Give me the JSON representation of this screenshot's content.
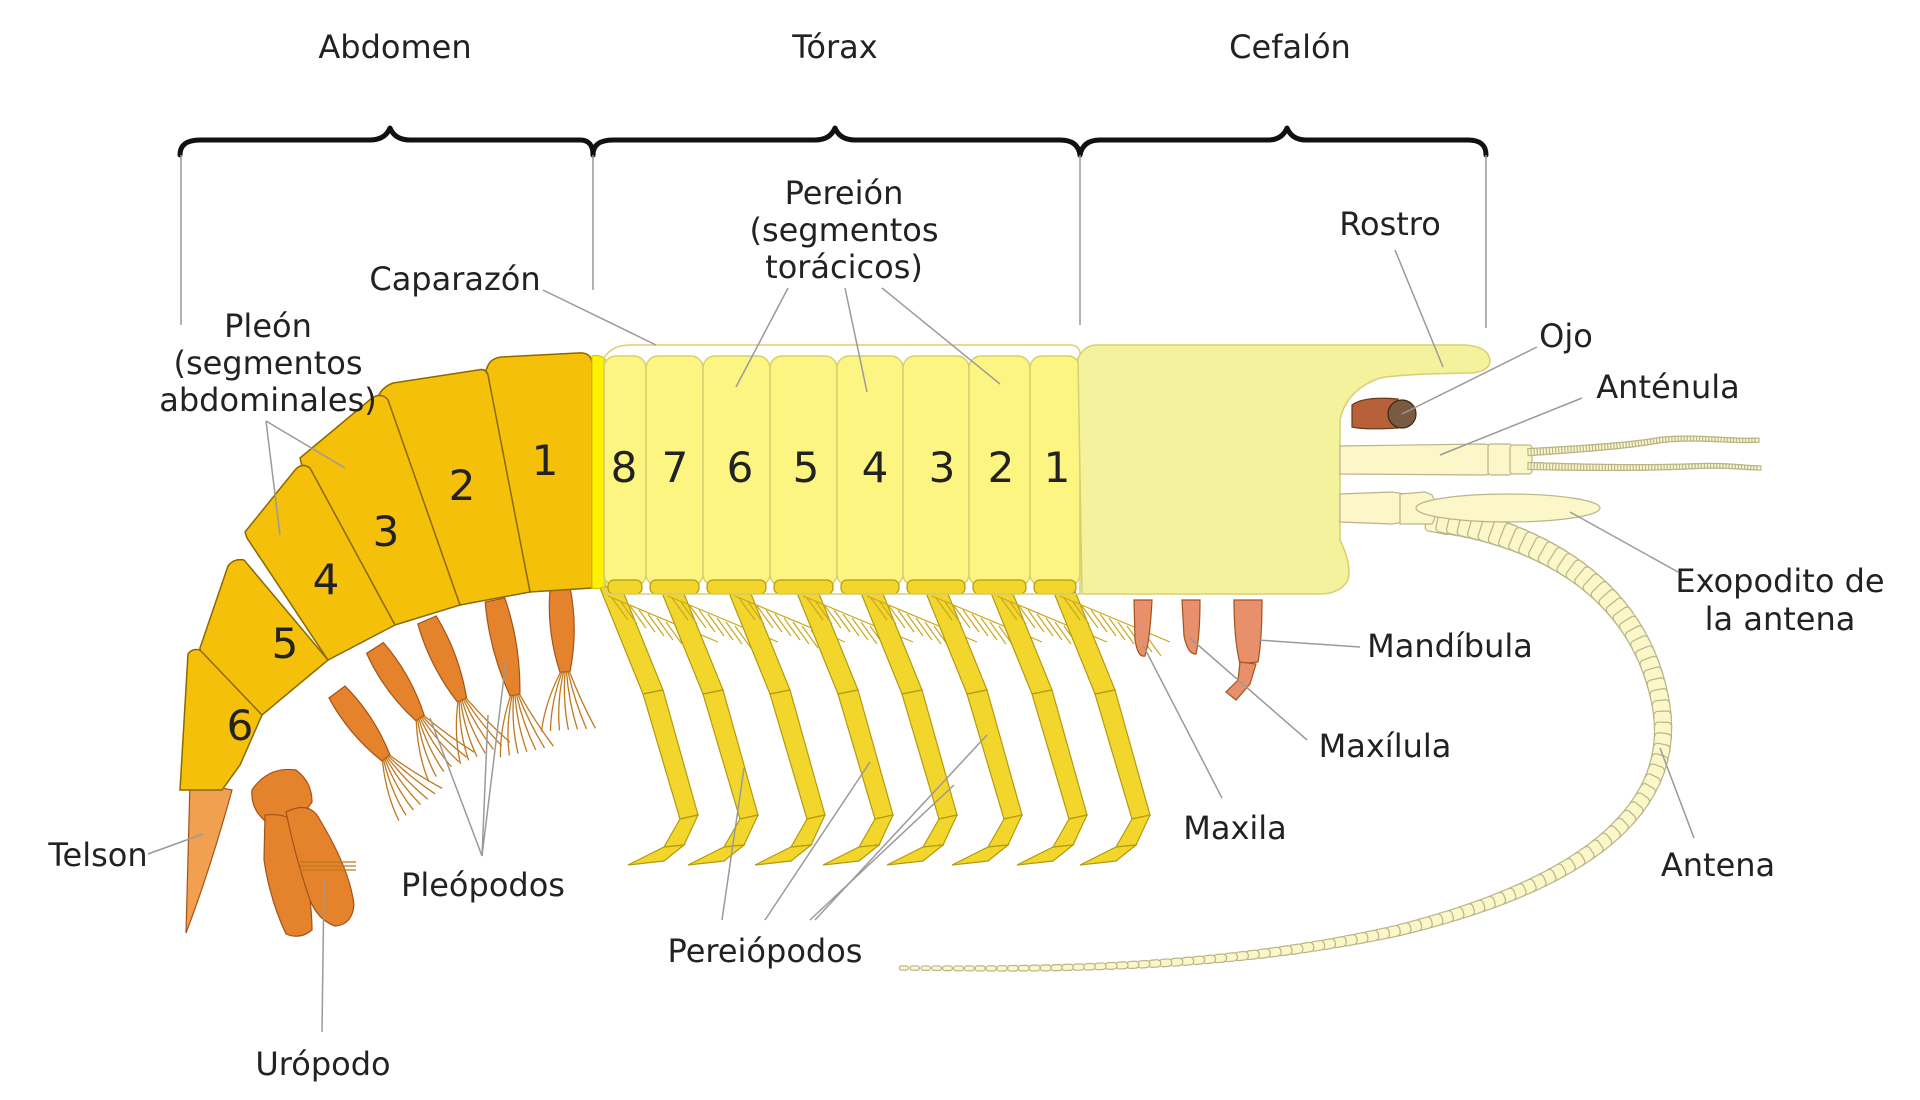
{
  "colors": {
    "abdomen_segment": "#f4c00a",
    "thorax_segment": "#fdf582",
    "cephalon": "#f5f29e",
    "first_thoracic_band": "#fff200",
    "pleopod": "#e5832c",
    "telson": "#f0a050",
    "pereiopod": "#f2d62c",
    "mouthpart": "#e8906c",
    "eye": "#b8603a",
    "antenna": "#fbf7c8",
    "brace": "#111111"
  },
  "regions": {
    "abdomen": "Abdomen",
    "thorax": "Tórax",
    "cephalon": "Cefalón"
  },
  "labels": {
    "pereion": [
      "Pereión",
      "(segmentos",
      "torácicos)"
    ],
    "caparazon": "Caparazón",
    "pleon": [
      "Pleón",
      "(segmentos",
      "abdominales)"
    ],
    "rostro": "Rostro",
    "ojo": "Ojo",
    "antenula": "Anténula",
    "exopodito": [
      "Exopodito de",
      "la antena"
    ],
    "mandibula": "Mandíbula",
    "maxilula": "Maxílula",
    "maxila": "Maxila",
    "antena": "Antena",
    "telson": "Telson",
    "pleopodos": "Pleópodos",
    "pereiopodos": "Pereiópodos",
    "uropodo": "Urópodo"
  },
  "abdominal_segment_numbers": [
    "1",
    "2",
    "3",
    "4",
    "5",
    "6"
  ],
  "thoracic_segment_numbers": [
    "8",
    "7",
    "6",
    "5",
    "4",
    "3",
    "2",
    "1"
  ]
}
